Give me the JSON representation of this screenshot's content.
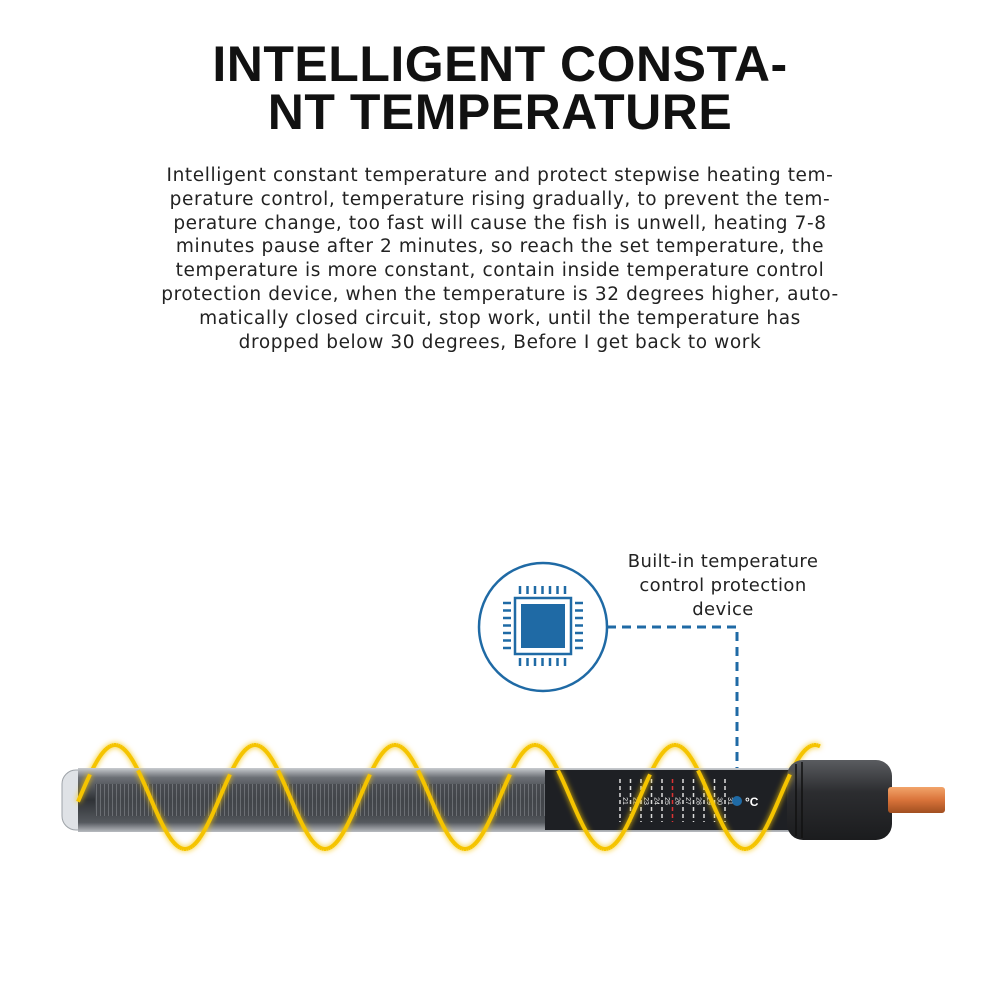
{
  "title": {
    "lines": [
      "INTELLIGENT CONSTA-",
      "NT TEMPERATURE"
    ]
  },
  "description": {
    "lines": [
      "Intelligent constant temperature and protect stepwise heating tem-",
      "perature control, temperature rising gradually, to prevent the tem-",
      "perature change, too fast will cause the fish is unwell, heating 7-8",
      "minutes pause after 2 minutes, so reach the set temperature, the",
      "temperature is more constant, contain inside temperature control",
      "protection device, when the temperature is 32 degrees higher, auto-",
      "matically closed circuit, stop work, until the temperature has",
      "dropped below 30 degrees, Before I get back to work"
    ]
  },
  "callout": {
    "lines": [
      "Built-in temperature",
      "control protection",
      "device"
    ],
    "icon": "microchip-icon"
  },
  "heater": {
    "scale_unit": "°C",
    "scale_labels": [
      "21",
      "22",
      "23",
      "24",
      "25",
      "26",
      "27",
      "28",
      "29",
      "30",
      "31"
    ],
    "wave_icon": "heat-wave-icon"
  },
  "colors": {
    "accent_blue": "#1f6aa5",
    "heat_yellow": "#f5c400",
    "tube_dark": "#3a3d42",
    "copper": "#d9733a"
  }
}
